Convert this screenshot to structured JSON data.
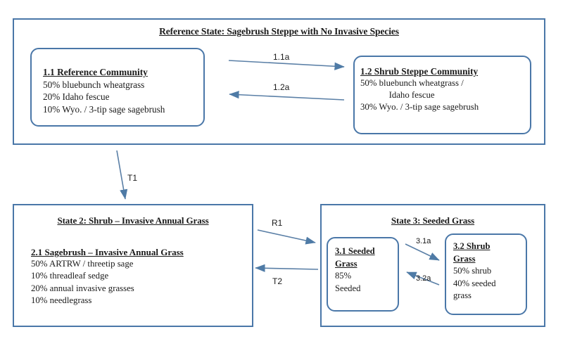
{
  "diagram": {
    "title_ref_state": "Reference State: Sagebrush Steppe with No Invasive Species",
    "title_state2": "State 2: Shrub – Invasive Annual Grass",
    "title_state3": "State 3: Seeded Grass",
    "accent_color": "#4a77a8",
    "arrow_color": "#5a7fa6",
    "background": "#ffffff"
  },
  "box_1_1": {
    "heading": "1.1 Reference Community",
    "lines": [
      "50% bluebunch wheatgrass",
      "20% Idaho fescue",
      "10% Wyo. / 3-tip sage sagebrush"
    ]
  },
  "box_1_2": {
    "heading": "1.2 Shrub Steppe Community",
    "line1": "50% bluebunch wheatgrass /",
    "line2": "Idaho fescue",
    "line3": "30% Wyo. / 3-tip sage sagebrush"
  },
  "block_2_1": {
    "heading": "2.1 Sagebrush – Invasive Annual Grass",
    "lines": [
      "50% ARTRW / threetip sage",
      "10% threadleaf sedge",
      "20% annual invasive grasses",
      "10% needlegrass"
    ]
  },
  "box_3_1": {
    "heading_line1": "3.1 Seeded",
    "heading_line2": "Grass",
    "lines": [
      "85%",
      "Seeded"
    ]
  },
  "box_3_2": {
    "heading_line1": "3.2 Shrub",
    "heading_line2": "Grass",
    "lines": [
      "50% shrub",
      "40% seeded",
      "grass"
    ]
  },
  "transitions": {
    "t_1_1a": "1.1a",
    "t_1_2a": "1.2a",
    "t_t1": "T1",
    "t_r1": "R1",
    "t_t2": "T2",
    "t_3_1a": "3.1a",
    "t_3_2a": "3.2a"
  }
}
